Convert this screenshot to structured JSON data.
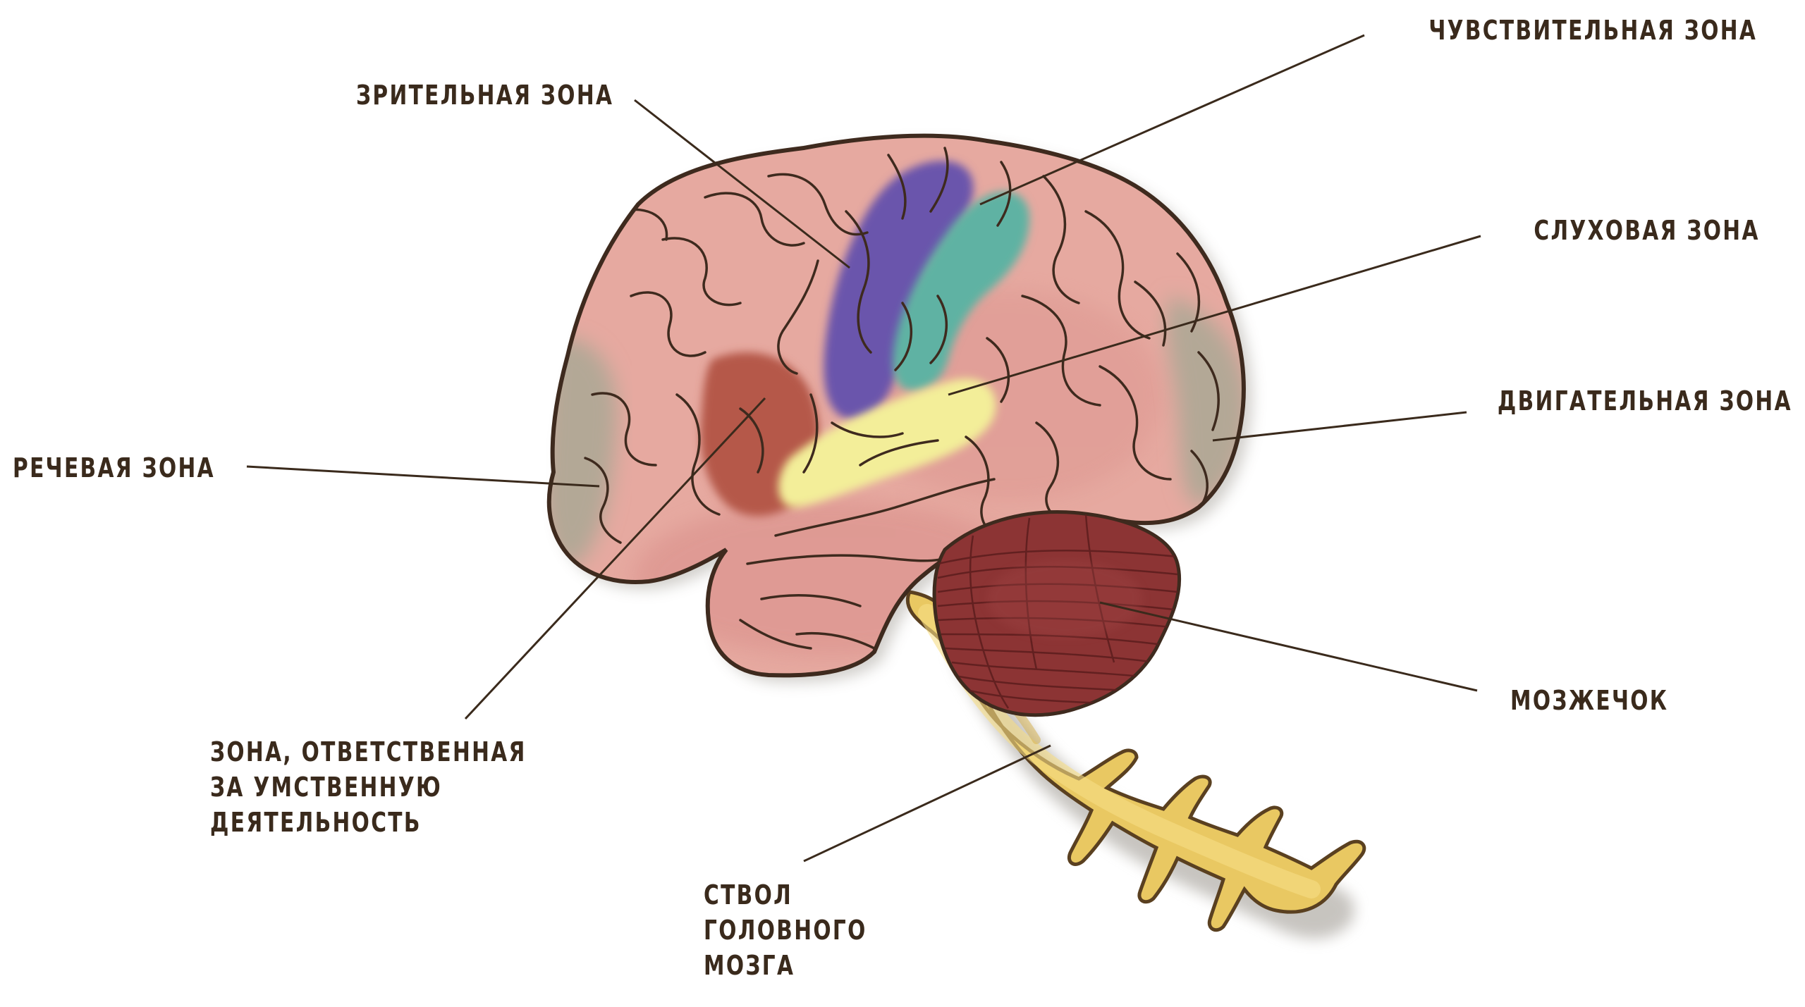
{
  "diagram": {
    "labels": {
      "sensory": "ЧУВСТВИТЕЛЬНАЯ ЗОНА",
      "visual": "ЗРИТЕЛЬНАЯ ЗОНА",
      "auditory": "СЛУХОВАЯ ЗОНА",
      "motor": "ДВИГАТЕЛЬНАЯ ЗОНА",
      "speech": "РЕЧЕВАЯ ЗОНА",
      "cerebellum": "МОЗЖЕЧОК",
      "thinking": [
        "ЗОНА, ОТВЕТСТВЕННАЯ",
        "ЗА УМСТВЕННУЮ",
        "ДЕЯТЕЛЬНОСТЬ"
      ],
      "brainstem": [
        "СТВОЛ",
        "ГОЛОВНОГО",
        "МОЗГА"
      ]
    },
    "colors": {
      "brain": "#e6a9a0",
      "speech_area": "#b3a896",
      "thinking_area": "#b5584a",
      "visual_area": "#6a54ac",
      "sensory_area": "#5fb2a3",
      "auditory_area": "#f3ee99",
      "motor_area": "#b3a896",
      "cerebellum": "#8c3434",
      "brainstem": "#e9c862",
      "outline": "#3e2a1e",
      "text": "#3a2a1c"
    }
  }
}
